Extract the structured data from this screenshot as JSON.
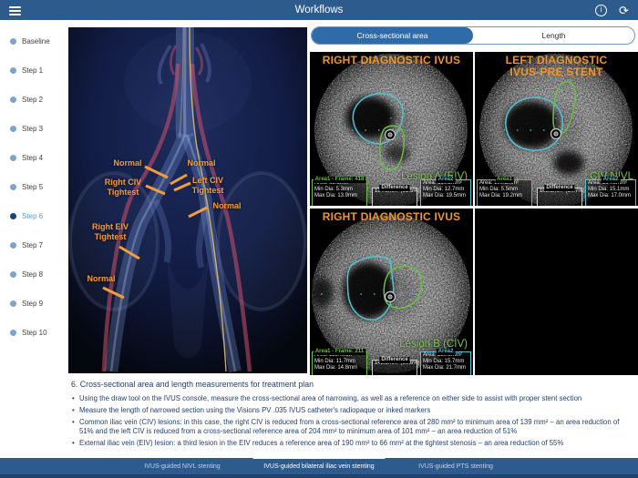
{
  "header": {
    "title": "Workflows",
    "info_glyph": "i",
    "refresh_glyph": "⟳"
  },
  "sidebar": {
    "active_item": "Step 6",
    "items": [
      {
        "label": "Baseline"
      },
      {
        "label": "Step 1"
      },
      {
        "label": "Step 2"
      },
      {
        "label": "Step 3"
      },
      {
        "label": "Step 4"
      },
      {
        "label": "Step 5"
      },
      {
        "label": "Step 6"
      },
      {
        "label": "Step 7"
      },
      {
        "label": "Step 8"
      },
      {
        "label": "Step 9"
      },
      {
        "label": "Step 10"
      }
    ]
  },
  "anatomy": {
    "labels": [
      "Normal",
      "Normal",
      "Right CIV\nTightest",
      "Left CIV\nTightest",
      "Normal",
      "Right EIV\nTightest",
      "Normal"
    ]
  },
  "view_tabs": {
    "items": [
      {
        "label": "Cross-sectional area"
      },
      {
        "label": "Length"
      }
    ],
    "active": "Cross-sectional area"
  },
  "panels": [
    {
      "title": "RIGHT DIAGNOSTIC IVUS",
      "lesion_label": "Lesion A (EIV)",
      "area1": {
        "header": "Area1 - Frame: 418",
        "area": "Area: 65.6mm²",
        "min_dia": "Min Dia: 5.3mm",
        "max_dia": "Max Dia: 13.9mm"
      },
      "difference": {
        "header": "Difference",
        "value": "124.6mm² (65.5%)"
      },
      "area2": {
        "header": "Area2",
        "area": "Area: 190.2mm²",
        "min_dia": "Min Dia: 12.7mm",
        "max_dia": "Max Dia: 19.5mm"
      }
    },
    {
      "title": "LEFT DIAGNOSTIC IVUS-PRE STENT",
      "lesion_label": "CIV NIVL",
      "area1": {
        "header": "Area1",
        "area": "Area: 100.8mm²",
        "min_dia": "Min Dia: 5.5mm",
        "max_dia": "Max Dia: 19.2mm"
      },
      "difference": {
        "header": "Difference",
        "value": "103.5mm² (50.7%)"
      },
      "area2": {
        "header": "Area2",
        "area": "Area: 204.3mm²",
        "min_dia": "Min Dia: 15.1mm",
        "max_dia": "Max Dia: 17.0mm"
      }
    },
    {
      "title": "RIGHT DIAGNOSTIC IVUS",
      "lesion_label": "Lesion B (CIV)",
      "area1": {
        "header": "Area1 - Frame: 211",
        "area": "Area: 138.7mm²",
        "min_dia": "Min Dia: 11.7mm",
        "max_dia": "Max Dia: 14.8mm"
      },
      "difference": {
        "header": "Difference",
        "value": "142.2mm² (50.6%)"
      },
      "area2": {
        "header": "Area2",
        "area": "Area: 280.9mm²",
        "min_dia": "Min Dia: 15.7mm",
        "max_dia": "Max Dia: 21.7mm"
      }
    }
  ],
  "content": {
    "heading": "6. Cross-sectional area and length measurements for treatment plan",
    "bullets": [
      "Using the draw tool on the IVUS console, measure the cross-sectional area of narrowing, as well as a reference on either side to assist with proper stent section",
      "Measure the length of narrowed section using the Visions PV .035 IVUS catheter's radiopaque or inked markers",
      "Common iliac vein (CIV) lesions: in this case, the right CIV is reduced from a cross-sectional reference area of 280 mm² to minimum area of 139 mm² – an area reduction of 51% and the left CIV is reduced from a cross-sectional reference area of 204 mm² to minimum area of 101 mm² – an area reduction of 51%",
      "External iliac vein (EIV) lesion: a third lesion in the EIV reduces a reference area of 190 mm² to 66 mm² at the tightest stenosis – an area reduction of 55%"
    ]
  },
  "footer": {
    "active_tab": "IVUS-guided bilateral iliac vein stenting",
    "tabs": [
      {
        "label": "IVUS-guided NIVL stenting"
      },
      {
        "label": "IVUS-guided bilateral iliac vein stenting"
      },
      {
        "label": "IVUS-guided PTS stenting"
      }
    ]
  },
  "colors": {
    "bar_blue": "#2d5b8e",
    "active_segment_blue": "#2f6ba8",
    "accent_orange": "#f49d3d",
    "contour_green": "#6abf45",
    "contour_cyan": "#4fc3d9",
    "active_step_blue": "#5b9bd5"
  }
}
